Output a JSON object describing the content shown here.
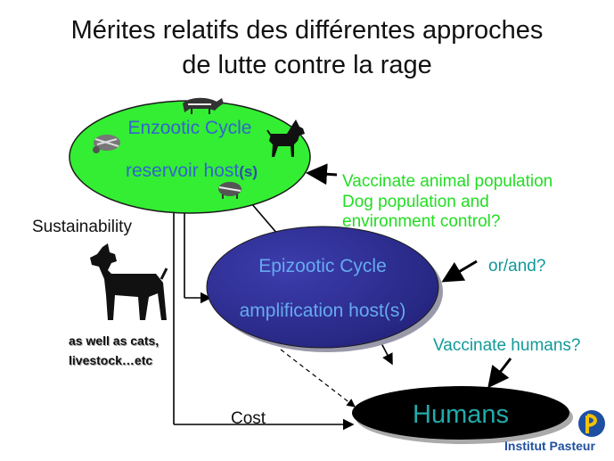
{
  "title": {
    "line1": "Mérites relatifs des différentes approches",
    "line2": "de lutte contre la rage"
  },
  "enzootic": {
    "line1": "Enzootic Cycle",
    "line2": "reservoir host",
    "line2_suffix": "(s)"
  },
  "epizootic": {
    "line1": "Epizootic Cycle",
    "line2": "amplification host(s)"
  },
  "humans": {
    "label": "Humans"
  },
  "side": {
    "sustainability": "Sustainability",
    "cost": "Cost",
    "also": "as well as cats,",
    "also2": "livestock…etc"
  },
  "actions": {
    "vaccinate_animal": "Vaccinate animal population",
    "dog_control_1": "Dog population and",
    "dog_control_2": "environment control?",
    "or_and": "or/and?",
    "vaccinate_humans": "Vaccinate humans?"
  },
  "logo": {
    "text": "Institut Pasteur"
  },
  "colors": {
    "enzootic_fill": "#33ee33",
    "epizootic_fill": "#333399",
    "humans_fill": "#000000",
    "action_green": "#22dd22",
    "action_teal": "#119999",
    "pasteur_blue": "#1f4fa0",
    "pasteur_yellow": "#f2c200"
  },
  "icons": [
    "raccoon-icon",
    "fox-icon",
    "skunk-icon",
    "doberman-icon",
    "pasteur-logo-icon"
  ]
}
